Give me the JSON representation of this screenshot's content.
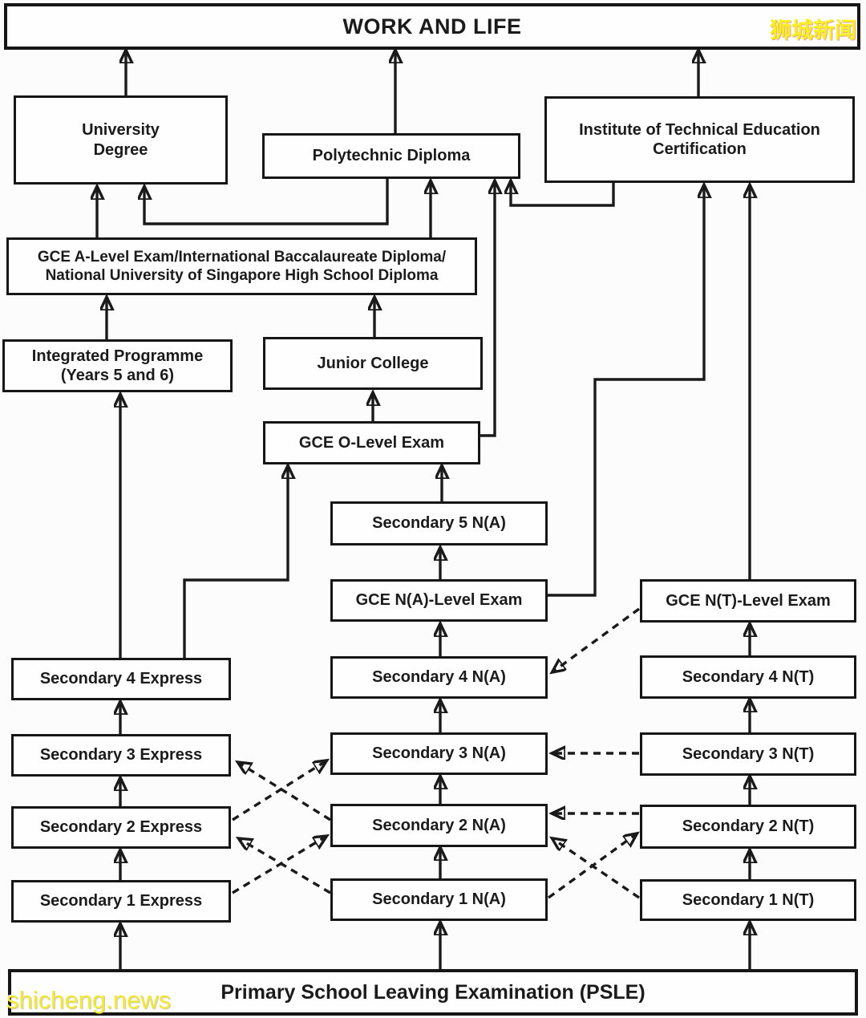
{
  "colors": {
    "background": "#fcfcfc",
    "line": "#1a1a1a",
    "box_fill": "#fefefe",
    "box_border": "#161616",
    "text": "#1b1b1b",
    "watermark_yellow": "#f2e83a"
  },
  "watermarks": {
    "top_right": "狮城新闻",
    "bottom_left": "shicheng.news"
  },
  "nodes": {
    "work_and_life": {
      "label": "WORK AND LIFE"
    },
    "university_degree": {
      "label": "University\nDegree"
    },
    "polytechnic_diploma": {
      "label": "Polytechnic Diploma"
    },
    "ite_certification": {
      "label": "Institute of Technical Education\nCertification"
    },
    "a_level": {
      "label": "GCE A-Level Exam/International Baccalaureate Diploma/\nNational University of Singapore High School Diploma"
    },
    "integrated_programme": {
      "label": "Integrated Programme\n(Years 5 and 6)"
    },
    "junior_college": {
      "label": "Junior College"
    },
    "gce_o_level": {
      "label": "GCE O-Level Exam"
    },
    "secondary_5_na": {
      "label": "Secondary 5 N(A)"
    },
    "gce_na_level": {
      "label": "GCE N(A)-Level Exam"
    },
    "gce_nt_level": {
      "label": "GCE N(T)-Level Exam"
    },
    "secondary_4_express": {
      "label": "Secondary 4 Express"
    },
    "secondary_3_express": {
      "label": "Secondary 3 Express"
    },
    "secondary_2_express": {
      "label": "Secondary 2 Express"
    },
    "secondary_1_express": {
      "label": "Secondary 1 Express"
    },
    "secondary_4_na": {
      "label": "Secondary 4 N(A)"
    },
    "secondary_3_na": {
      "label": "Secondary 3 N(A)"
    },
    "secondary_2_na": {
      "label": "Secondary 2 N(A)"
    },
    "secondary_1_na": {
      "label": "Secondary 1 N(A)"
    },
    "secondary_4_nt": {
      "label": "Secondary 4 N(T)"
    },
    "secondary_3_nt": {
      "label": "Secondary 3 N(T)"
    },
    "secondary_2_nt": {
      "label": "Secondary 2 N(T)"
    },
    "secondary_1_nt": {
      "label": "Secondary 1 N(T)"
    },
    "psle": {
      "label": "Primary School Leaving Examination (PSLE)"
    }
  },
  "connections": {
    "solid": [
      {
        "from": "university_degree",
        "to": "work_and_life"
      },
      {
        "from": "polytechnic_diploma",
        "to": "work_and_life"
      },
      {
        "from": "ite_certification",
        "to": "work_and_life"
      },
      {
        "from": "a_level",
        "to": "university_degree"
      },
      {
        "from": "polytechnic_diploma",
        "to": "university_degree"
      },
      {
        "from": "a_level",
        "to": "polytechnic_diploma"
      },
      {
        "from": "gce_o_level",
        "to": "polytechnic_diploma"
      },
      {
        "from": "ite_certification",
        "to": "polytechnic_diploma"
      },
      {
        "from": "integrated_programme",
        "to": "a_level"
      },
      {
        "from": "junior_college",
        "to": "a_level"
      },
      {
        "from": "gce_o_level",
        "to": "junior_college"
      },
      {
        "from": "secondary_5_na",
        "to": "gce_o_level"
      },
      {
        "from": "gce_na_level",
        "to": "secondary_5_na"
      },
      {
        "from": "gce_na_level",
        "to": "ite_certification"
      },
      {
        "from": "gce_nt_level",
        "to": "ite_certification"
      },
      {
        "from": "secondary_4_express",
        "to": "integrated_programme"
      },
      {
        "from": "secondary_4_express",
        "to": "gce_o_level"
      },
      {
        "from": "secondary_3_express",
        "to": "secondary_4_express"
      },
      {
        "from": "secondary_2_express",
        "to": "secondary_3_express"
      },
      {
        "from": "secondary_1_express",
        "to": "secondary_2_express"
      },
      {
        "from": "psle",
        "to": "secondary_1_express"
      },
      {
        "from": "secondary_4_na",
        "to": "gce_na_level"
      },
      {
        "from": "secondary_3_na",
        "to": "secondary_4_na"
      },
      {
        "from": "secondary_2_na",
        "to": "secondary_3_na"
      },
      {
        "from": "secondary_1_na",
        "to": "secondary_2_na"
      },
      {
        "from": "psle",
        "to": "secondary_1_na"
      },
      {
        "from": "secondary_4_nt",
        "to": "gce_nt_level"
      },
      {
        "from": "secondary_3_nt",
        "to": "secondary_4_nt"
      },
      {
        "from": "secondary_2_nt",
        "to": "secondary_3_nt"
      },
      {
        "from": "secondary_1_nt",
        "to": "secondary_2_nt"
      },
      {
        "from": "psle",
        "to": "secondary_1_nt"
      }
    ],
    "dashed": [
      {
        "from": "secondary_2_na",
        "to": "secondary_3_express"
      },
      {
        "from": "secondary_2_express",
        "to": "secondary_3_na"
      },
      {
        "from": "secondary_1_na",
        "to": "secondary_2_express"
      },
      {
        "from": "secondary_1_express",
        "to": "secondary_2_na"
      },
      {
        "from": "gce_nt_level",
        "to": "secondary_4_na"
      },
      {
        "from": "secondary_3_nt",
        "to": "secondary_3_na"
      },
      {
        "from": "secondary_2_nt",
        "to": "secondary_2_na"
      },
      {
        "from": "secondary_1_nt",
        "to": "secondary_2_na"
      },
      {
        "from": "secondary_1_na",
        "to": "secondary_2_nt"
      }
    ]
  }
}
